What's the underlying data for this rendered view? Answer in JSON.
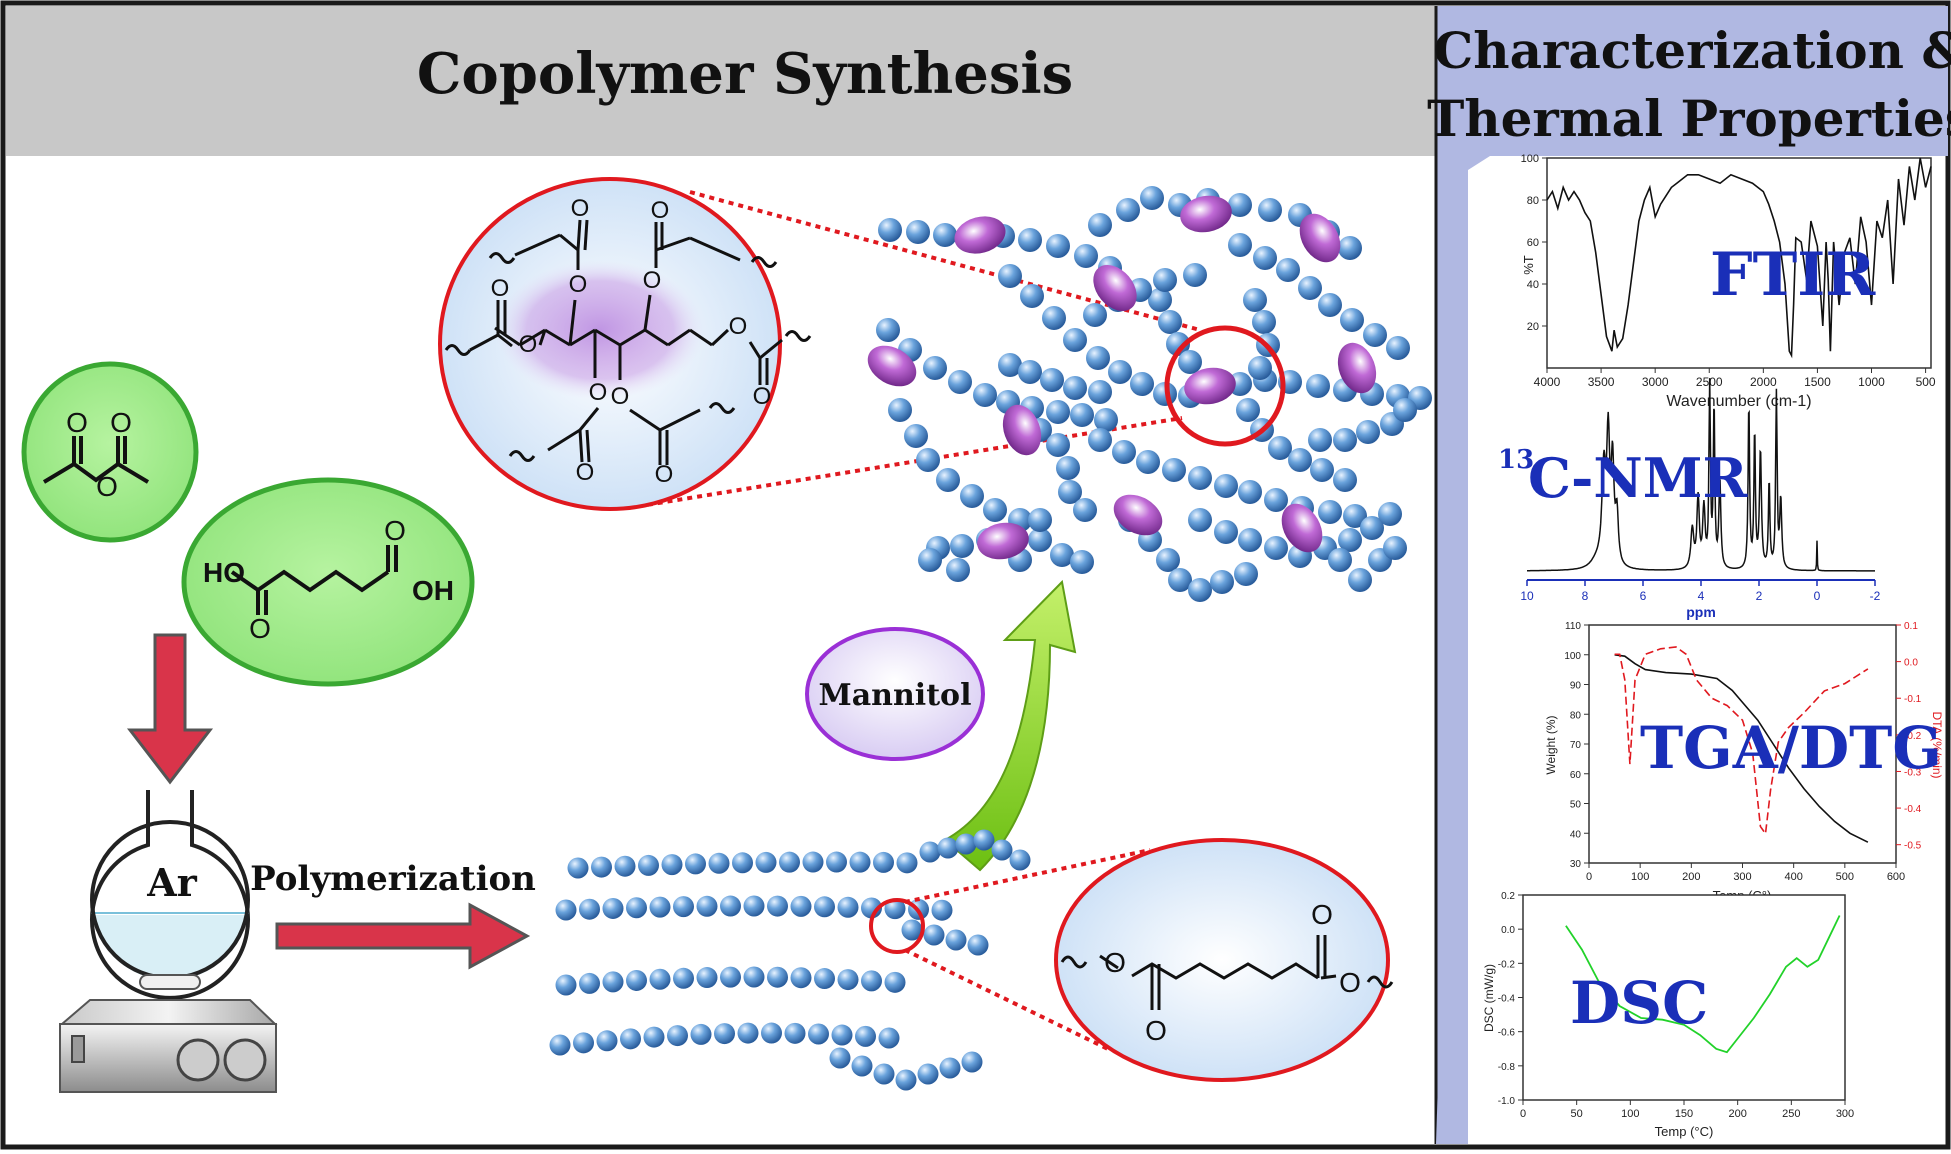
{
  "panel_left": {
    "title": "Copolymer Synthesis"
  },
  "panel_right": {
    "title_line1": "Characterization &",
    "title_line2": "Thermal Properties"
  },
  "reagents": {
    "anhydride": {
      "o_top_left": "O",
      "o_top_right": "O",
      "o_bridge": "O"
    },
    "adipic_acid": {
      "ho": "HO",
      "oh": "OH",
      "o_top": "O",
      "o_bottom": "O"
    }
  },
  "flask": {
    "gas": "Ar"
  },
  "step_label": "Polymerization",
  "mannitol_label": "Mannitol",
  "zoom_network": {
    "o_labels": [
      "O",
      "O",
      "O",
      "O",
      "O",
      "O",
      "O",
      "O",
      "O",
      "O",
      "O",
      "O"
    ]
  },
  "zoom_linear": {
    "o_left": "O",
    "o_right": "O",
    "o_top": "O",
    "o_bottom": "O"
  },
  "characterization": {
    "ftir": {
      "label": "FTIR",
      "y_axis": "%T",
      "x_axis": "Wavenumber (cm-1)",
      "x_ticks": [
        "4000",
        "3500",
        "3000",
        "2500",
        "2000",
        "1500",
        "1000",
        "500"
      ],
      "y_ticks": [
        "100",
        "80",
        "60",
        "40",
        "20"
      ]
    },
    "nmr": {
      "label_sup": "13",
      "label": "C-NMR",
      "x_axis": "ppm",
      "x_ticks": [
        "10",
        "8",
        "6",
        "4",
        "2",
        "0",
        "-2"
      ]
    },
    "tga": {
      "label": "TGA/DTG",
      "y_axis": "Weight (%)",
      "y2_axis": "DTA (%/min)",
      "x_axis": "Temp (C°)",
      "x_ticks": [
        "0",
        "100",
        "200",
        "300",
        "400",
        "500",
        "600"
      ],
      "y_ticks": [
        "110",
        "100",
        "90",
        "80",
        "70",
        "60",
        "50",
        "40",
        "30"
      ],
      "y2_ticks": [
        "0.1",
        "0.0",
        "-0.1",
        "-0.2",
        "-0.3",
        "-0.4",
        "-0.5"
      ]
    },
    "dsc": {
      "label": "DSC",
      "y_axis": "DSC (mW/g)",
      "x_axis": "Temp (°C)",
      "x_ticks": [
        "0",
        "50",
        "100",
        "150",
        "200",
        "250",
        "300"
      ],
      "y_ticks": [
        "0.2",
        "0.0",
        "-0.2",
        "-0.4",
        "-0.6",
        "-0.8",
        "-1.0"
      ]
    }
  },
  "colors": {
    "header_left": "#c8c8c8",
    "header_right": "#b0b8e2",
    "sphere": "#5b93d0",
    "mannitol_unit": "#b05cc8",
    "arrow_red": "#d9344a",
    "arrow_green": "#8ed21e",
    "label_blue": "#1a2fb8",
    "bubble_green": "#9eeb84"
  }
}
